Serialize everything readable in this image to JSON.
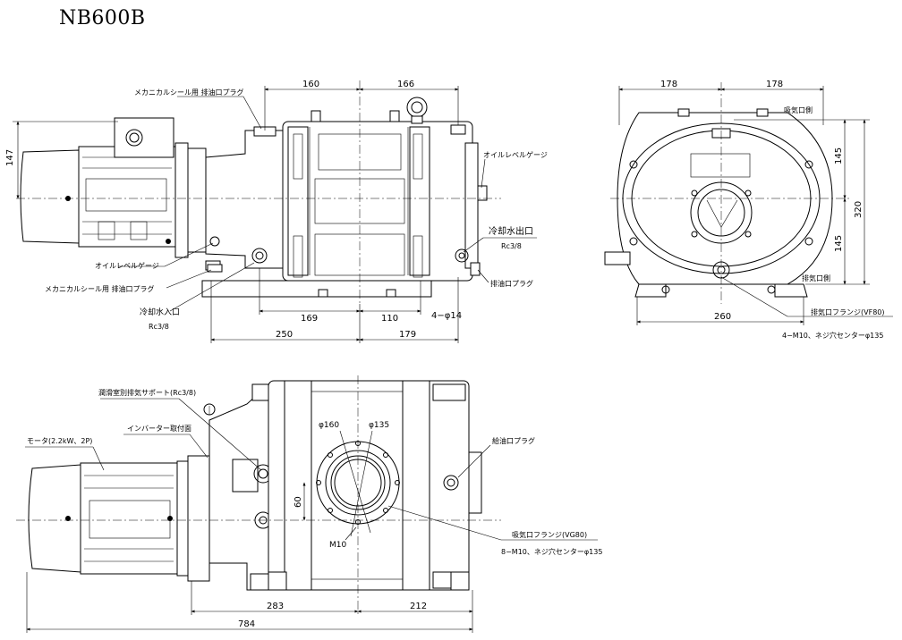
{
  "title": "NB600B",
  "front_view": {
    "dims": {
      "d160": "160",
      "d166": "166",
      "d147": "147",
      "d169": "169",
      "d110": "110",
      "d250": "250",
      "d179": "179",
      "holes": "4−φ14"
    },
    "labels": {
      "mech_seal_drain_top": "メカニカルシール用 排油口プラグ",
      "oil_level_gauge_right": "オイルレベルゲージ",
      "cooling_out": "冷却水出口",
      "cooling_out_size": "Rc3/8",
      "oil_level_gauge_left": "オイルレベルゲージ",
      "mech_seal_drain_bottom": "メカニカルシール用 排油口プラグ",
      "drain_plug": "排油口プラグ",
      "cooling_in": "冷却水入口",
      "cooling_in_size": "Rc3/8"
    }
  },
  "side_view": {
    "dims": {
      "d178a": "178",
      "d178b": "178",
      "d145a": "145",
      "d145b": "145",
      "d320": "320",
      "d260": "260"
    },
    "labels": {
      "intake_side": "吸気口側",
      "exhaust_side": "排気口側",
      "exhaust_flange": "排気口フランジ(VF80)",
      "exhaust_flange_spec": "4−M10、ネジ穴センターφ135"
    }
  },
  "top_view": {
    "dims": {
      "d60": "60",
      "phi160": "φ160",
      "phi135": "φ135",
      "m10": "M10",
      "d283": "283",
      "d212": "212",
      "d784": "784"
    },
    "labels": {
      "lube_exhaust": "潤滑室別排気サポート(Rc3/8)",
      "inverter_face": "インバーター取付面",
      "motor": "モータ(2.2kW、2P)",
      "oil_fill": "給油口プラグ",
      "intake_flange": "吸気口フランジ(VG80)",
      "intake_flange_spec": "8−M10、ネジ穴センターφ135"
    }
  }
}
